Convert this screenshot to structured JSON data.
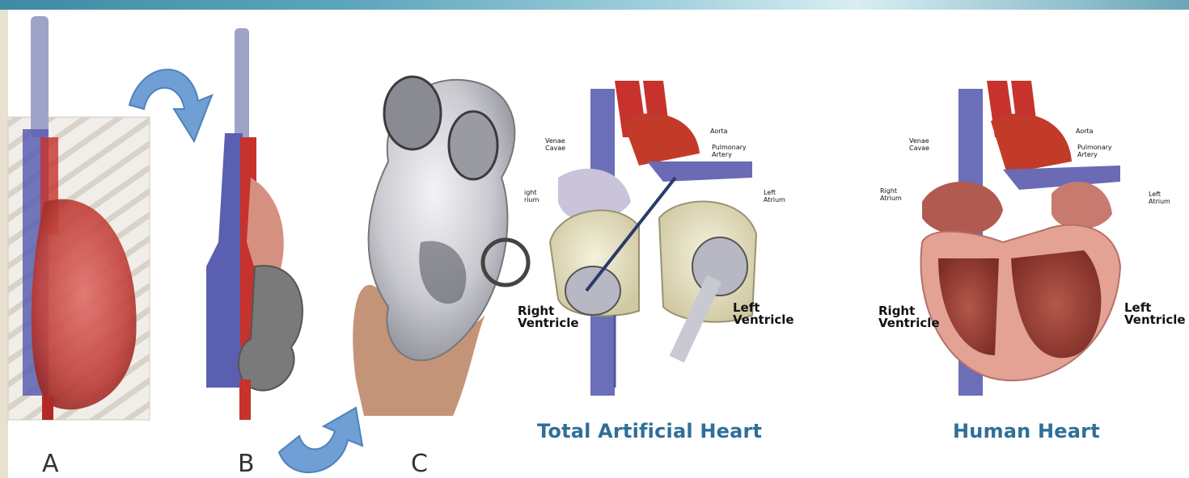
{
  "panel_letters": {
    "a": "A",
    "b": "B",
    "c": "C"
  },
  "artificial_heart": {
    "caption": "Total Artificial Heart",
    "labels": {
      "venae_cavae": "Venae\nCavae",
      "aorta": "Aorta",
      "pulmonary_artery": "Pulmonary\nArtery",
      "right_atrium": "ight\nrium",
      "left_atrium": "Left\nAtrium",
      "right_ventricle": "Right\nVentricle",
      "left_ventricle": "Left\nVentricle"
    }
  },
  "human_heart": {
    "caption": "Human Heart",
    "labels": {
      "venae_cavae": "Venae\nCavae",
      "aorta": "Aorta",
      "pulmonary_artery": "Pulmonary\nArtery",
      "right_atrium": "Right\nAtrium",
      "left_atrium": "Left\nAtrium",
      "right_ventricle": "Right\nVentricle",
      "left_ventricle": "Left\nVentricle"
    }
  },
  "colors": {
    "vein_blue": "#5a5fb0",
    "artery_red": "#c7322c",
    "arrow_blue": "#6f9fd4",
    "caption_blue": "#2f6f99",
    "device_gray": "#7a7a7a"
  }
}
